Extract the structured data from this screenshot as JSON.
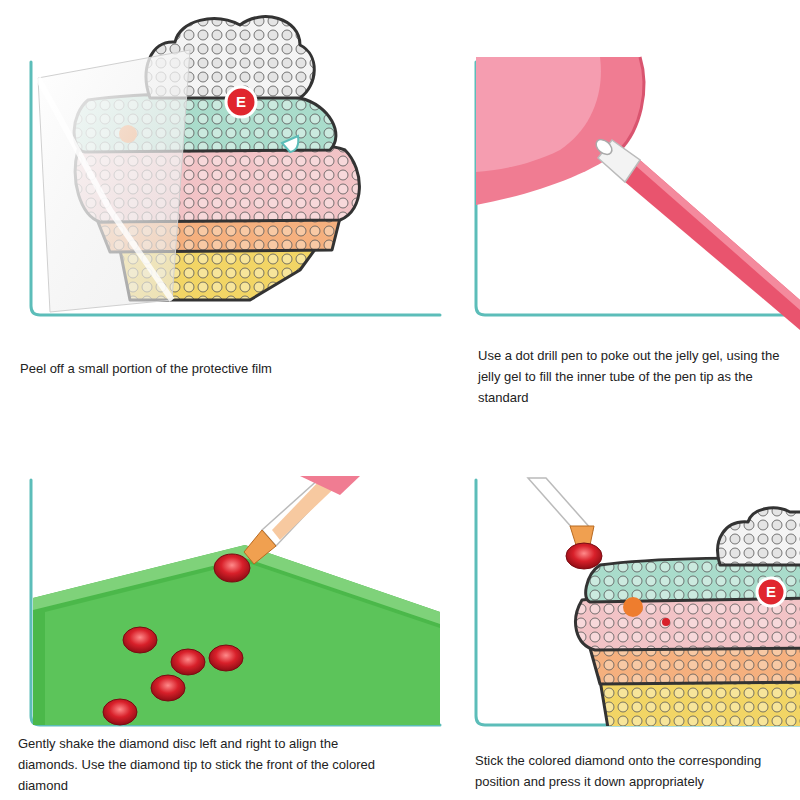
{
  "diagram": {
    "nodes": [
      {
        "text": [
          "Peel off a small portion of the protective film"
        ]
      },
      {
        "text": [
          "Use a dot drill pen to poke out the jelly gel, using the jelly gel to fill the inner tube of the pen tip as the standard"
        ]
      },
      {
        "text": [
          "Gently shake the diamond disc left and right to align the diamonds. Use the diamond tip to stick the front of the colored diamond"
        ]
      },
      {
        "text": [
          "Stick the colored diamond onto the corresponding position and press it down appropriately"
        ]
      }
    ],
    "labels": [
      "E",
      "E"
    ]
  }
}
